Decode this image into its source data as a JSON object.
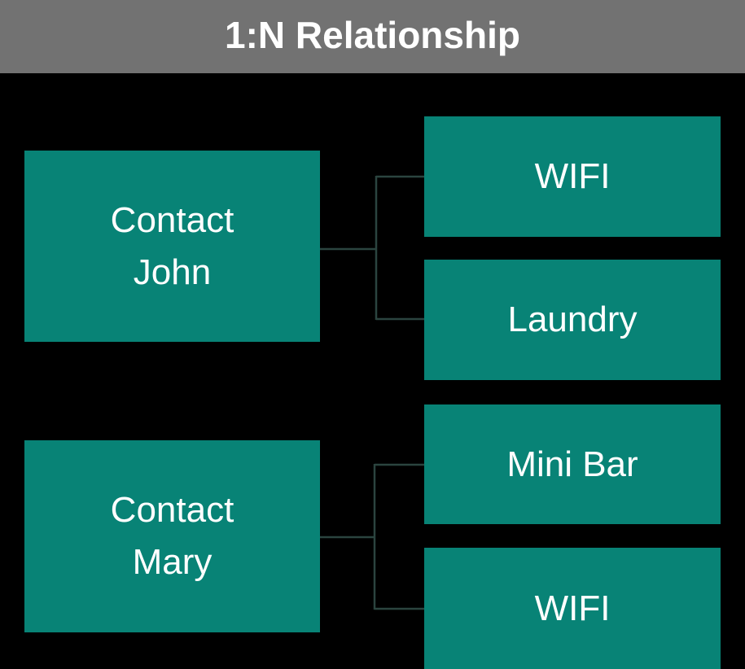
{
  "title": "1:N Relationship",
  "colors": {
    "background": "#000000",
    "header_bg": "#727272",
    "box": "#088376",
    "connector": "#2B443F",
    "text": "#FFFFFF"
  },
  "diagram": {
    "groups": [
      {
        "parent": {
          "label": "Contact\nJohn"
        },
        "children": [
          {
            "label": "WIFI"
          },
          {
            "label": "Laundry"
          }
        ]
      },
      {
        "parent": {
          "label": "Contact\nMary"
        },
        "children": [
          {
            "label": "Mini Bar"
          },
          {
            "label": "WIFI"
          }
        ]
      }
    ]
  }
}
